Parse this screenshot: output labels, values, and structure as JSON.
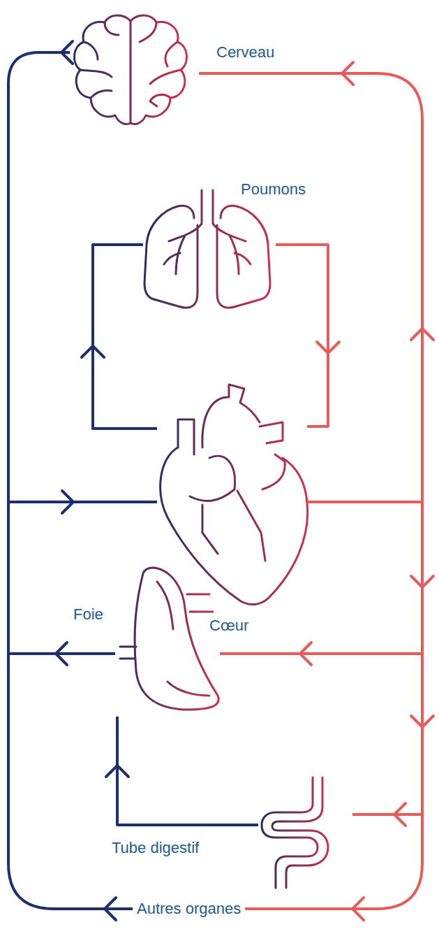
{
  "diagram": {
    "nodes": [
      {
        "text": [
          "Cerveau"
        ]
      },
      {
        "text": [
          "Poumons"
        ]
      },
      {
        "text": [
          "Cœur"
        ]
      },
      {
        "text": [
          "Foie"
        ]
      },
      {
        "text": [
          "Tube digestif"
        ]
      },
      {
        "text": [
          "Autres organes"
        ]
      }
    ],
    "edges": [
      {
        "from": 2,
        "to": 1,
        "arrow": "to"
      },
      {
        "from": 1,
        "to": 2,
        "arrow": "to"
      },
      {
        "from": 2,
        "to": 0,
        "arrow": "to"
      },
      {
        "from": 0,
        "to": 2,
        "arrow": "to"
      },
      {
        "from": 2,
        "to": 3,
        "arrow": "to"
      },
      {
        "from": 3,
        "to": 2,
        "arrow": "to"
      },
      {
        "from": 2,
        "to": 4,
        "arrow": "to"
      },
      {
        "from": 4,
        "to": 3,
        "arrow": "to"
      },
      {
        "from": 2,
        "to": 5,
        "arrow": "to"
      },
      {
        "from": 5,
        "to": 2,
        "arrow": "to"
      }
    ]
  }
}
